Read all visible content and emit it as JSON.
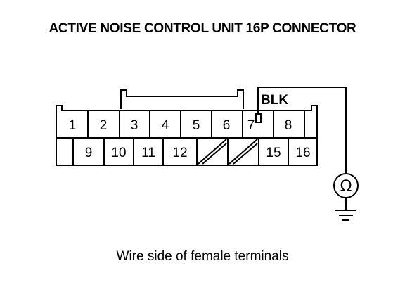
{
  "title": "ACTIVE NOISE CONTROL UNIT 16P CONNECTOR",
  "caption": "Wire side of female terminals",
  "wire_color": "BLK",
  "ohmmeter_symbol": "Ω",
  "icons": [
    "ohmmeter-icon",
    "ground-icon"
  ],
  "connector": {
    "row1_pins": [
      "1",
      "2",
      "3",
      "4",
      "5",
      "6",
      "7",
      "8"
    ],
    "row2_pins": [
      "9",
      "10",
      "11",
      "12",
      "15",
      "16"
    ],
    "unused_cavities": 2
  }
}
